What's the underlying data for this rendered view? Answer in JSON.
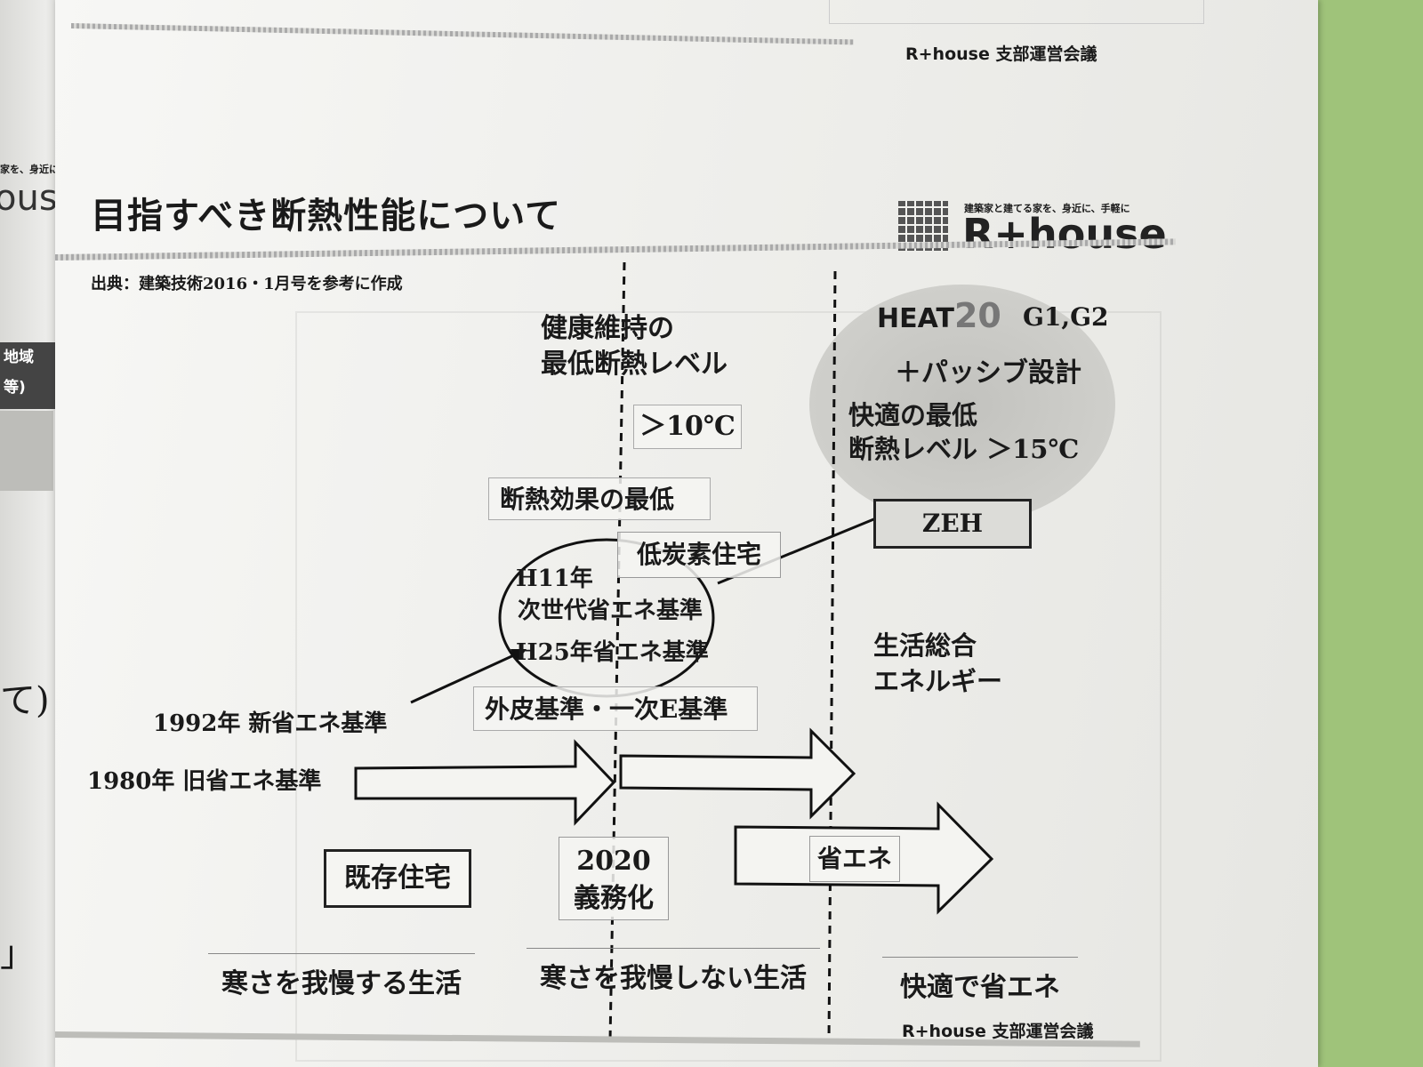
{
  "header": {
    "text": "R+house 支部運営会議"
  },
  "footer": {
    "text": "R+house 支部運営会議"
  },
  "title": "目指すべき断熱性能について",
  "source": "出典：建築技術2016・1月号を参考に作成",
  "logo": {
    "tagline": "建築家と建てる家を、身近に、手軽に",
    "wordmark": "R+house"
  },
  "left_page": {
    "snip1": "家を、身近に",
    "snip2": "ous",
    "snip3": "地域",
    "snip4": "等)",
    "snip5": "て)",
    "snip6": "」"
  },
  "diagram": {
    "health_label_line1": "健康維持の",
    "health_label_line2": "最低断熱レベル",
    "temp_10": "＞10℃",
    "insulation_min": "断熱効果の最低",
    "low_carbon": "低炭素住宅",
    "h11": "H11年",
    "next_gen": "次世代省エネ基準",
    "h25": "H25年省エネ基準",
    "year1992": "1992年 新省エネ基準",
    "year1980": "1980年 旧省エネ基準",
    "envelope": "外皮基準・一次E基準",
    "existing": "既存住宅",
    "mandate_line1": "2020",
    "mandate_line2": "義務化",
    "energy_saving": "省エネ",
    "heat20_word": "HEAT",
    "heat20_num": "20",
    "heat20_grades": "G1,G2",
    "passive": "＋パッシブ設計",
    "comfort_line1": "快適の最低",
    "comfort_line2": "断熱レベル ＞15℃",
    "zeh": "ZEH",
    "total_line1": "生活総合",
    "total_line2": "エネルギー",
    "bottom_left": "寒さを我慢する生活",
    "bottom_mid": "寒さを我慢しない生活",
    "bottom_right": "快適で省エネ"
  }
}
